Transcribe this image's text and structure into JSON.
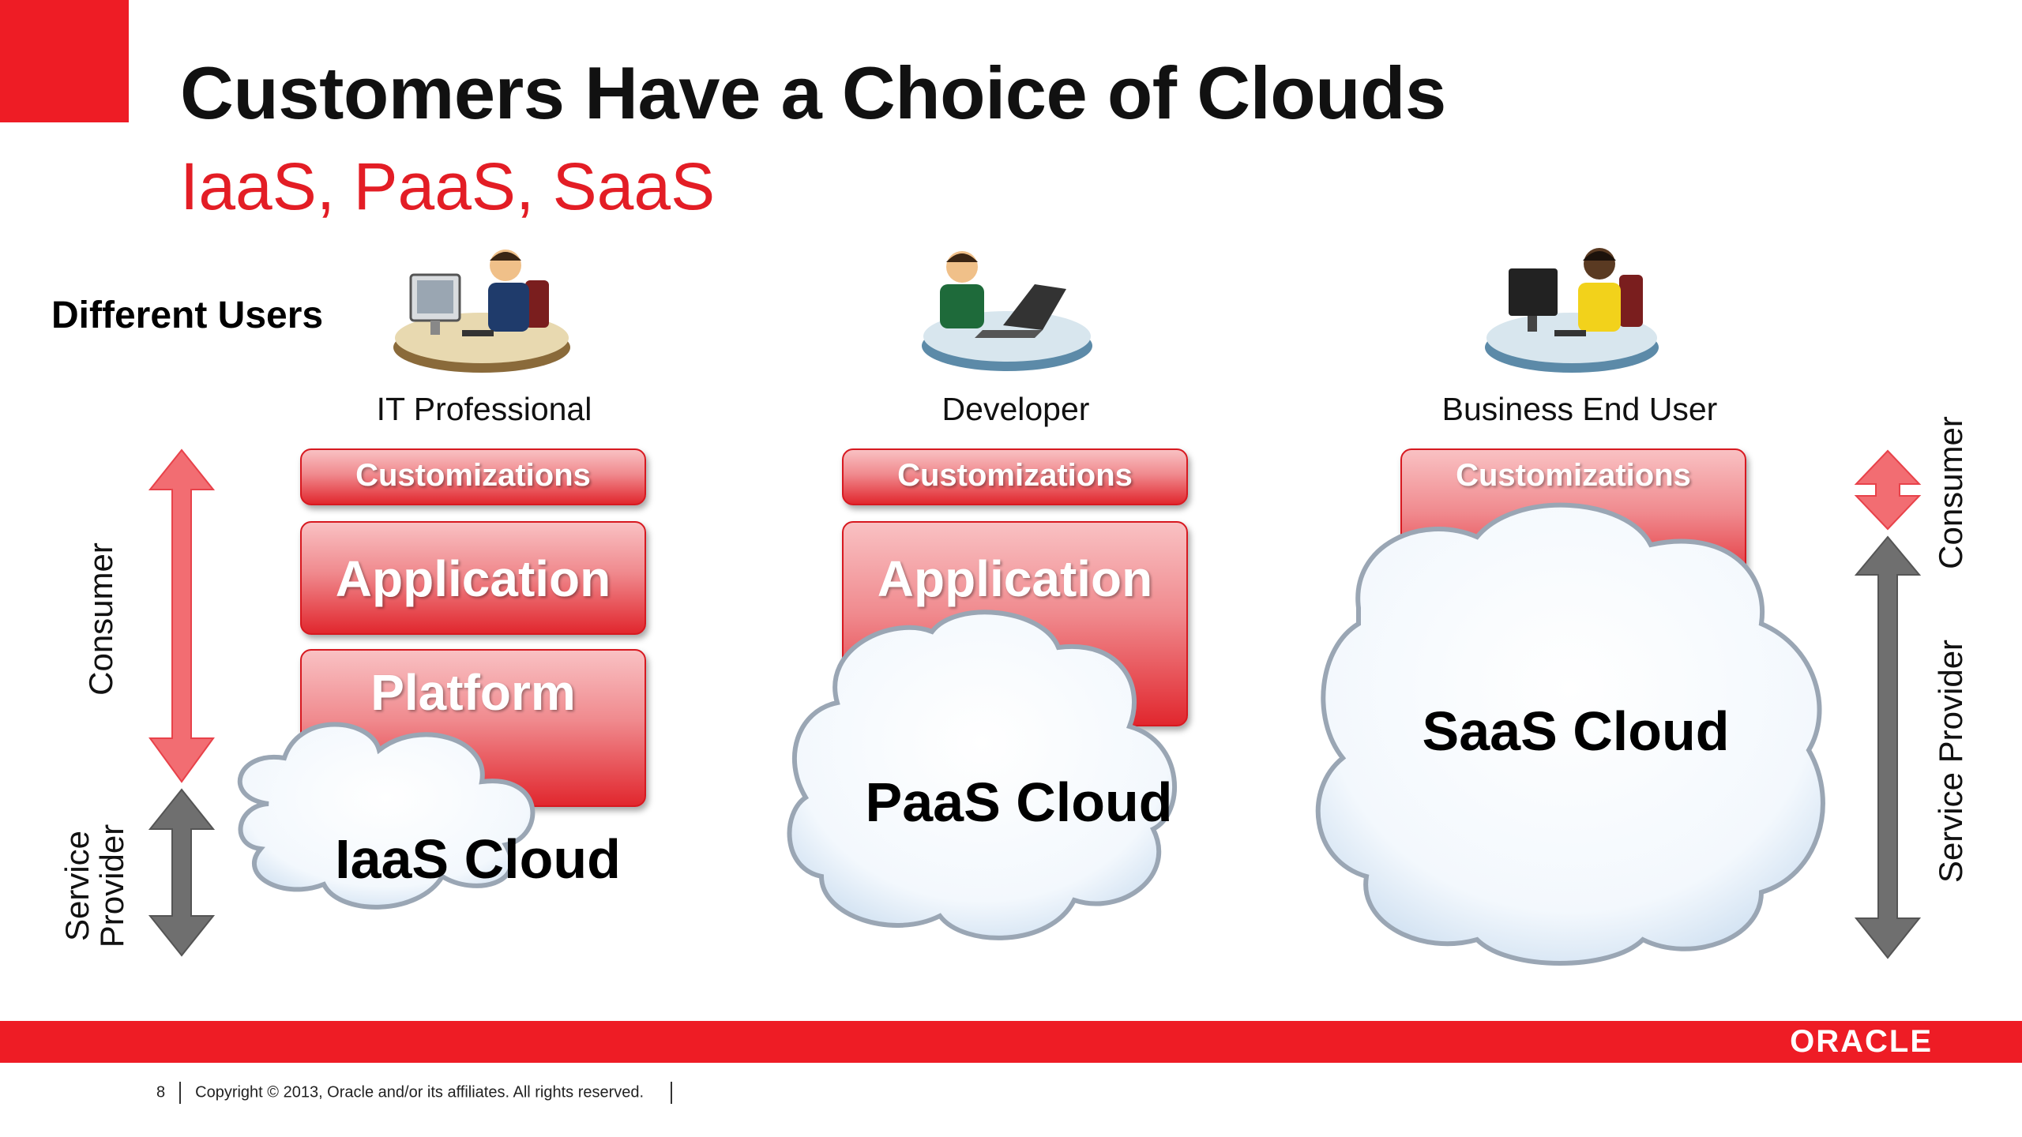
{
  "header": {
    "title": "Customers Have a Choice of Clouds",
    "subtitle": "IaaS, PaaS, SaaS"
  },
  "users_label": "Different Users",
  "users": [
    {
      "name": "IT Professional"
    },
    {
      "name": "Developer"
    },
    {
      "name": "Business End User"
    }
  ],
  "stacks": {
    "iaas": {
      "customizations": "Customizations",
      "application": "Application",
      "platform": "Platform",
      "cloud": "IaaS Cloud"
    },
    "paas": {
      "customizations": "Customizations",
      "application": "Application",
      "cloud": "PaaS Cloud"
    },
    "saas": {
      "customizations": "Customizations",
      "cloud": "SaaS Cloud"
    }
  },
  "left_axis": {
    "consumer": "Consumer",
    "provider_line1": "Service",
    "provider_line2": "Provider"
  },
  "right_axis": {
    "consumer": "Consumer",
    "provider": "Service Provider"
  },
  "footer": {
    "page": "8",
    "copyright": "Copyright © 2013, Oracle and/or its affiliates. All rights reserved.",
    "logo": "ORACLE"
  },
  "colors": {
    "brand_red": "#ee1c25",
    "consumer_arrow": "#f26d72",
    "provider_arrow": "#6f6f6f"
  }
}
